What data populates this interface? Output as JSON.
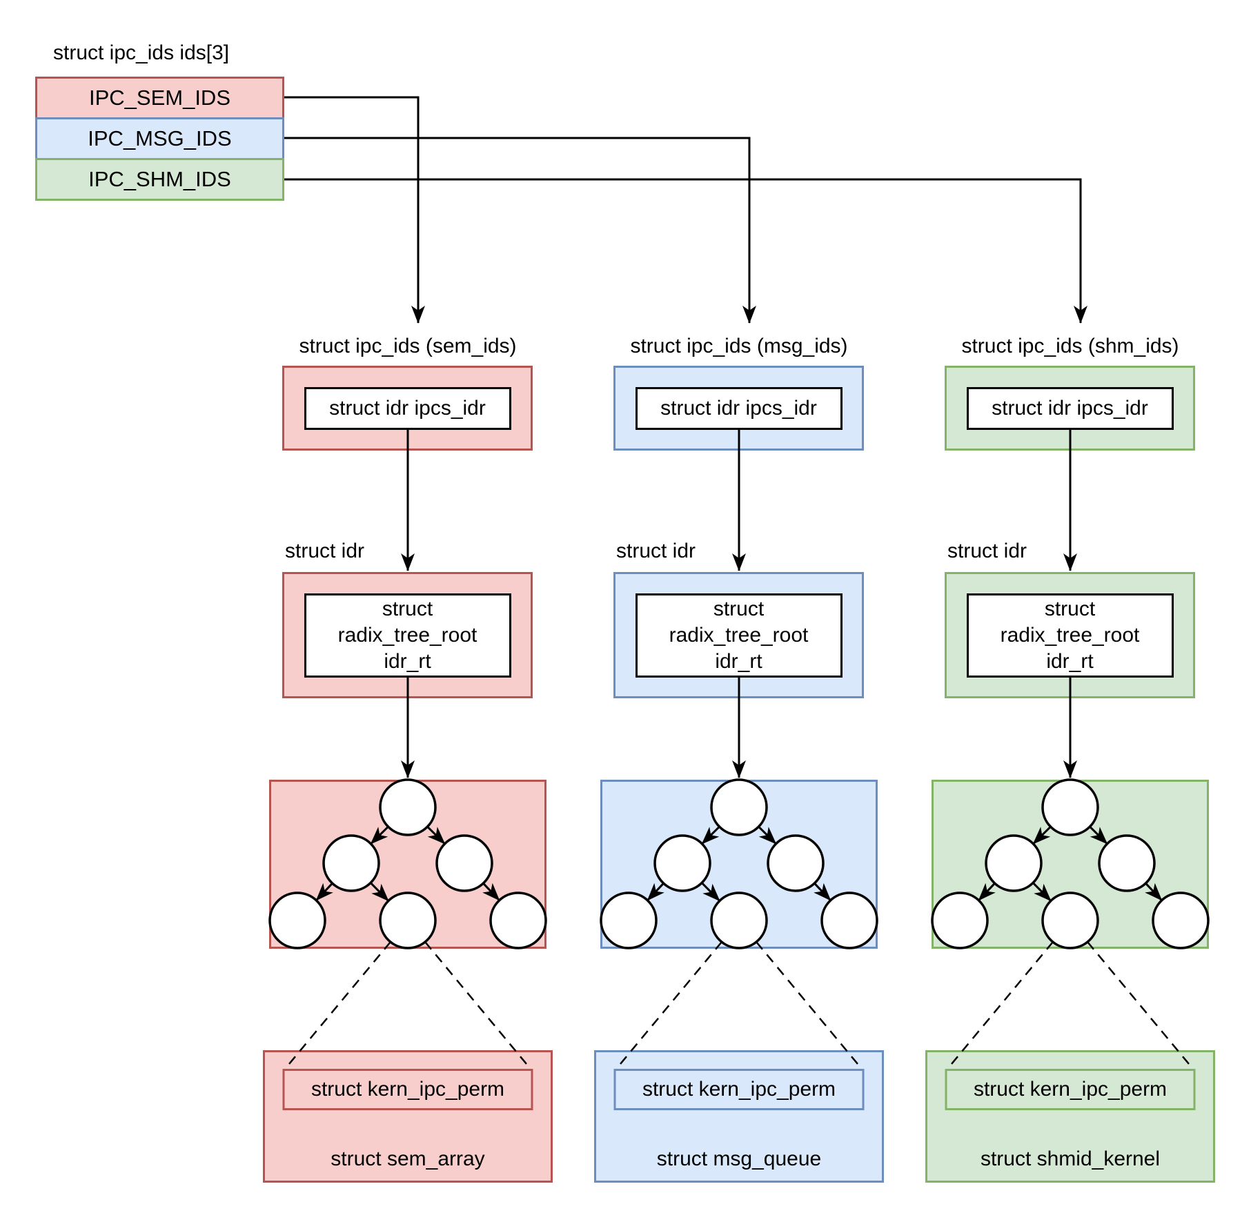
{
  "diagram": {
    "array_label": "struct ipc_ids ids[3]",
    "legend": {
      "rows": [
        {
          "label": "IPC_SEM_IDS"
        },
        {
          "label": "IPC_MSG_IDS"
        },
        {
          "label": "IPC_SHM_IDS"
        }
      ]
    },
    "columns": [
      {
        "header": "struct ipc_ids (sem_ids)",
        "ipcs_idr": "struct idr ipcs_idr",
        "idr_label": "struct idr",
        "radix": [
          "struct",
          "radix_tree_root",
          "idr_rt"
        ],
        "kern_ipc_perm": "struct kern_ipc_perm",
        "instance": "struct sem_array"
      },
      {
        "header": "struct ipc_ids (msg_ids)",
        "ipcs_idr": "struct idr ipcs_idr",
        "idr_label": "struct idr",
        "radix": [
          "struct",
          "radix_tree_root",
          "idr_rt"
        ],
        "kern_ipc_perm": "struct kern_ipc_perm",
        "instance": "struct msg_queue"
      },
      {
        "header": "struct ipc_ids (shm_ids)",
        "ipcs_idr": "struct idr ipcs_idr",
        "idr_label": "struct idr",
        "radix": [
          "struct",
          "radix_tree_root",
          "idr_rt"
        ],
        "kern_ipc_perm": "struct kern_ipc_perm",
        "instance": "struct shmid_kernel"
      }
    ],
    "colors": {
      "sem_fill": "#F8CECC",
      "sem_stroke": "#B85450",
      "msg_fill": "#DAE8FC",
      "msg_stroke": "#6C8EBF",
      "shm_fill": "#D5E8D4",
      "shm_stroke": "#82B366",
      "connector": "#000000",
      "node_fill": "#FFFFFF",
      "text": "#000000"
    }
  }
}
